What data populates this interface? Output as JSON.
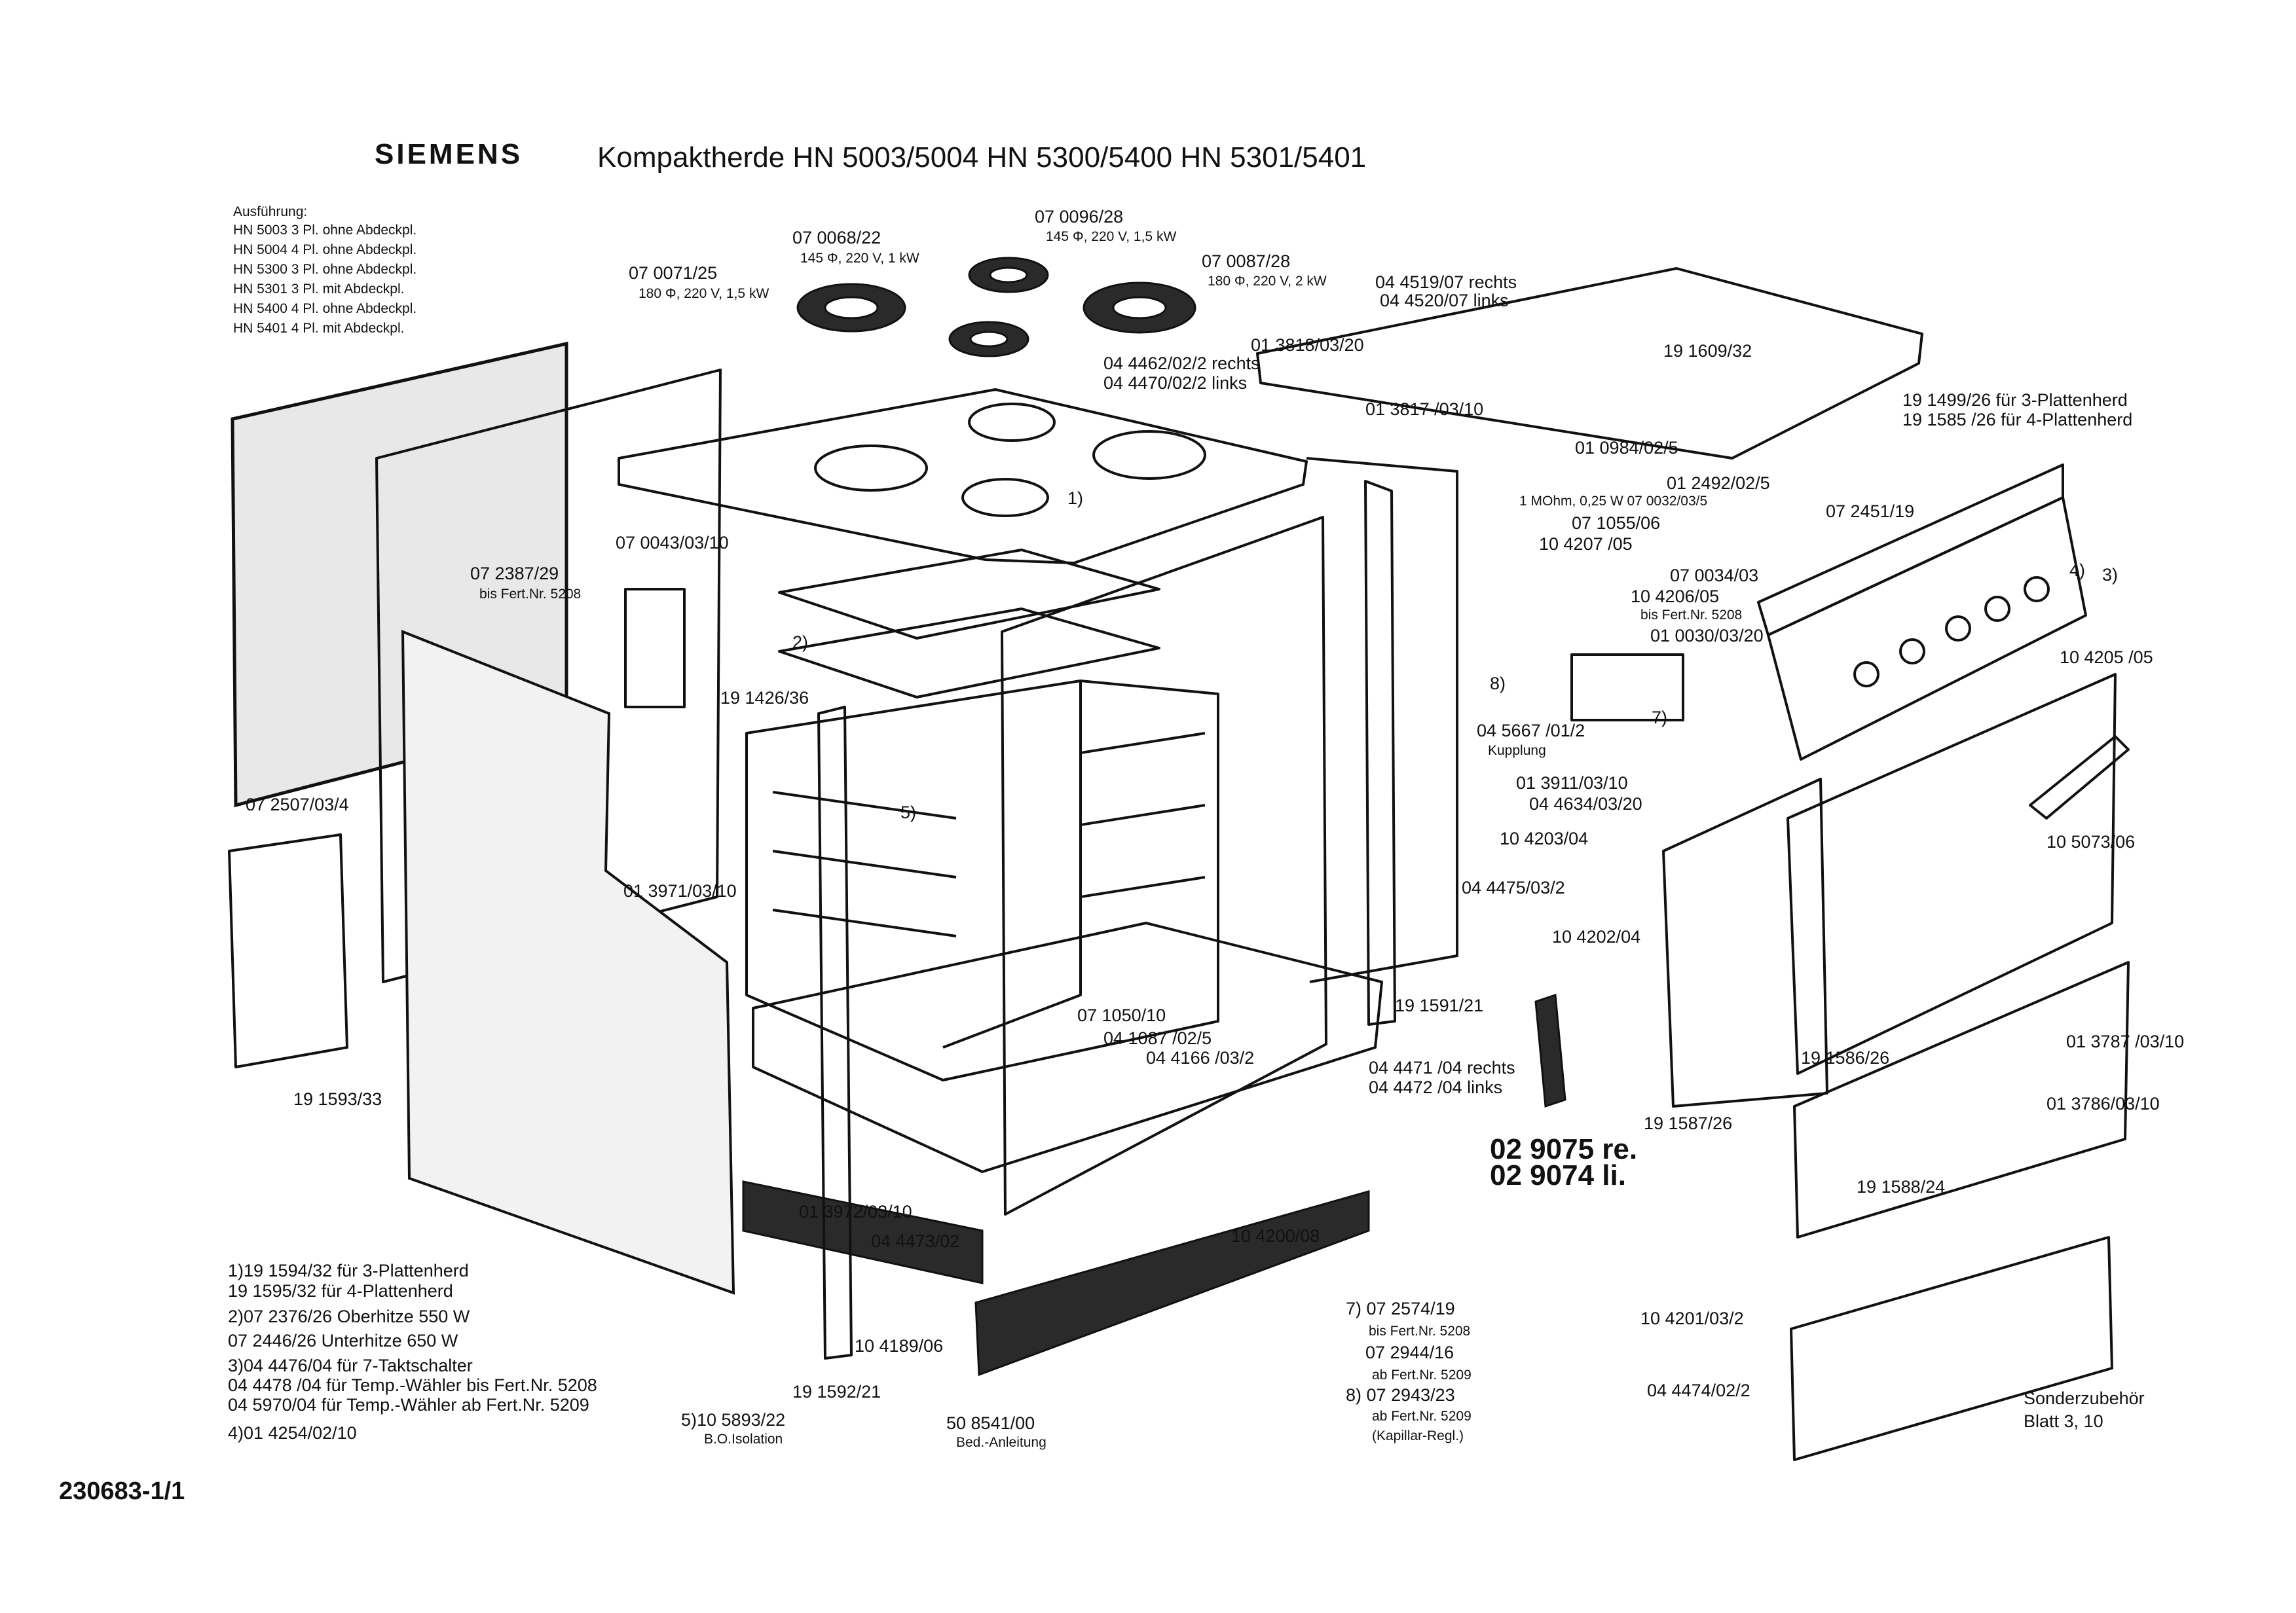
{
  "header": {
    "brand": "SIEMENS",
    "title": "Kompaktherde HN 5003/5004 HN 5300/5400 HN 5301/5401"
  },
  "variants": {
    "heading": "Ausführung:",
    "lines": [
      "HN 5003 3 Pl. ohne Abdeckpl.",
      "HN 5004 4 Pl. ohne Abdeckpl.",
      "HN 5300 3 Pl. ohne Abdeckpl.",
      "HN 5301 3 Pl. mit Abdeckpl.",
      "HN 5400 4 Pl. ohne Abdeckpl.",
      "HN 5401 4 Pl. mit Abdeckpl."
    ]
  },
  "labels": [
    {
      "id": "p1",
      "text": "07 0068/22",
      "cls": "lbl"
    },
    {
      "id": "p2",
      "text": "145 Φ, 220 V, 1 kW",
      "cls": "sm"
    },
    {
      "id": "p3",
      "text": "07 0096/28",
      "cls": "lbl"
    },
    {
      "id": "p4",
      "text": "145 Φ, 220 V, 1,5 kW",
      "cls": "sm"
    },
    {
      "id": "p5",
      "text": "07 0087/28",
      "cls": "lbl"
    },
    {
      "id": "p6",
      "text": "180 Φ, 220 V, 2 kW",
      "cls": "sm"
    },
    {
      "id": "p7",
      "text": "07 0071/25",
      "cls": "lbl"
    },
    {
      "id": "p8",
      "text": "180 Φ, 220 V, 1,5 kW",
      "cls": "sm"
    },
    {
      "id": "p9",
      "text": "04 4519/07 rechts",
      "cls": "lbl"
    },
    {
      "id": "p10",
      "text": "04 4520/07 links",
      "cls": "lbl"
    },
    {
      "id": "p11",
      "text": "01 3818/03/20",
      "cls": "lbl"
    },
    {
      "id": "p12",
      "text": "04 4462/02/2 rechts",
      "cls": "lbl"
    },
    {
      "id": "p13",
      "text": "04 4470/02/2 links",
      "cls": "lbl"
    },
    {
      "id": "p14",
      "text": "01 3817 /03/10",
      "cls": "lbl"
    },
    {
      "id": "p15",
      "text": "19 1609/32",
      "cls": "lbl"
    },
    {
      "id": "p16",
      "text": "19 1499/26 für 3-Plattenherd",
      "cls": "lbl"
    },
    {
      "id": "p17",
      "text": "19 1585 /26 für 4-Plattenherd",
      "cls": "lbl"
    },
    {
      "id": "p18",
      "text": "01 0984/02/5",
      "cls": "lbl"
    },
    {
      "id": "p19",
      "text": "01 2492/02/5",
      "cls": "lbl"
    },
    {
      "id": "p20",
      "text": "1 MOhm, 0,25 W 07 0032/03/5",
      "cls": "sm"
    },
    {
      "id": "p21",
      "text": "07 2451/19",
      "cls": "lbl"
    },
    {
      "id": "p22",
      "text": "07 1055/06",
      "cls": "lbl"
    },
    {
      "id": "p23",
      "text": "10 4207 /05",
      "cls": "lbl"
    },
    {
      "id": "p24",
      "text": "07 0034/03",
      "cls": "lbl"
    },
    {
      "id": "p25",
      "text": "10 4206/05",
      "cls": "lbl"
    },
    {
      "id": "p26",
      "text": "bis Fert.Nr. 5208",
      "cls": "sm"
    },
    {
      "id": "p27",
      "text": "01 0030/03/20",
      "cls": "lbl"
    },
    {
      "id": "p28",
      "text": "10 4205 /05",
      "cls": "lbl"
    },
    {
      "id": "p29",
      "text": "04 5667 /01/2",
      "cls": "lbl"
    },
    {
      "id": "p30",
      "text": "Kupplung",
      "cls": "sm"
    },
    {
      "id": "p31",
      "text": "01 3911/03/10",
      "cls": "lbl"
    },
    {
      "id": "p32",
      "text": "04 4634/03/20",
      "cls": "lbl"
    },
    {
      "id": "p33",
      "text": "10 4203/04",
      "cls": "lbl"
    },
    {
      "id": "p34",
      "text": "10 5073/06",
      "cls": "lbl"
    },
    {
      "id": "p35",
      "text": "04 4475/03/2",
      "cls": "lbl"
    },
    {
      "id": "p36",
      "text": "10 4202/04",
      "cls": "lbl"
    },
    {
      "id": "p37",
      "text": "19 1591/21",
      "cls": "lbl"
    },
    {
      "id": "p38",
      "text": "19 1586/26",
      "cls": "lbl"
    },
    {
      "id": "p39",
      "text": "01 3787 /03/10",
      "cls": "lbl"
    },
    {
      "id": "p40",
      "text": "01 3786/03/10",
      "cls": "lbl"
    },
    {
      "id": "p41",
      "text": "04 4471 /04 rechts",
      "cls": "lbl"
    },
    {
      "id": "p42",
      "text": "04 4472 /04 links",
      "cls": "lbl"
    },
    {
      "id": "p43",
      "text": "19 1587/26",
      "cls": "lbl"
    },
    {
      "id": "p44",
      "text": "19 1588/24",
      "cls": "lbl"
    },
    {
      "id": "p45",
      "text": "07 0043/03/10",
      "cls": "lbl"
    },
    {
      "id": "p46",
      "text": "07 2387/29",
      "cls": "lbl"
    },
    {
      "id": "p47",
      "text": "bis Fert.Nr. 5208",
      "cls": "sm"
    },
    {
      "id": "p48",
      "text": "19 1426/36",
      "cls": "lbl"
    },
    {
      "id": "p49",
      "text": "07 2507/03/4",
      "cls": "lbl"
    },
    {
      "id": "p50",
      "text": "01 3971/03/10",
      "cls": "lbl"
    },
    {
      "id": "p51",
      "text": "07 1050/10",
      "cls": "lbl"
    },
    {
      "id": "p52",
      "text": "04 1087 /02/5",
      "cls": "lbl"
    },
    {
      "id": "p53",
      "text": "04 4166 /03/2",
      "cls": "lbl"
    },
    {
      "id": "p54",
      "text": "19 1593/33",
      "cls": "lbl"
    },
    {
      "id": "p55",
      "text": "01 3972/03/10",
      "cls": "lbl"
    },
    {
      "id": "p56",
      "text": "04 4473/02",
      "cls": "lbl"
    },
    {
      "id": "p57",
      "text": "10 4200/08",
      "cls": "lbl"
    },
    {
      "id": "p58",
      "text": "10 4189/06",
      "cls": "lbl"
    },
    {
      "id": "p59",
      "text": "19 1592/21",
      "cls": "lbl"
    },
    {
      "id": "p60",
      "text": "10 4201/03/2",
      "cls": "lbl"
    },
    {
      "id": "p61",
      "text": "04 4474/02/2",
      "cls": "lbl"
    },
    {
      "id": "p62",
      "text": "Sonderzubehör",
      "cls": "lbl"
    },
    {
      "id": "p63",
      "text": "Blatt 3, 10",
      "cls": "lbl"
    },
    {
      "id": "p64",
      "text": "1)",
      "cls": "lbl"
    },
    {
      "id": "p65",
      "text": "2)",
      "cls": "lbl"
    },
    {
      "id": "p66",
      "text": "5)",
      "cls": "lbl"
    },
    {
      "id": "p67",
      "text": "8)",
      "cls": "lbl"
    },
    {
      "id": "p68",
      "text": "7)",
      "cls": "lbl"
    },
    {
      "id": "p69",
      "text": "4)",
      "cls": "lbl"
    },
    {
      "id": "p70",
      "text": "3)",
      "cls": "lbl"
    }
  ],
  "hinge_codes": {
    "right": "02 9075 re.",
    "left": "02 9074 li."
  },
  "footnotes": {
    "left": [
      "1)19 1594/32 für 3-Plattenherd",
      "   19 1595/32 für 4-Plattenherd",
      "2)07 2376/26  Oberhitze   550 W",
      "   07 2446/26  Unterhitze  650 W",
      "3)04 4476/04 für 7-Taktschalter",
      "   04 4478 /04 für Temp.-Wähler  bis Fert.Nr. 5208",
      "   04 5970/04 für Temp.-Wähler  ab Fert.Nr. 5209",
      "4)01 4254/02/10"
    ],
    "insulation": [
      "5)10 5893/22",
      "B.O.Isolation"
    ],
    "manual": [
      "50 8541/00",
      "Bed.-Anleitung"
    ],
    "right": [
      "7) 07 2574/19",
      "bis Fert.Nr. 5208",
      "07 2944/16",
      "ab Fert.Nr. 5209",
      "8) 07 2943/23",
      "ab Fert.Nr. 5209",
      "(Kapillar-Regl.)"
    ]
  },
  "doc_number": "230683-1/1"
}
